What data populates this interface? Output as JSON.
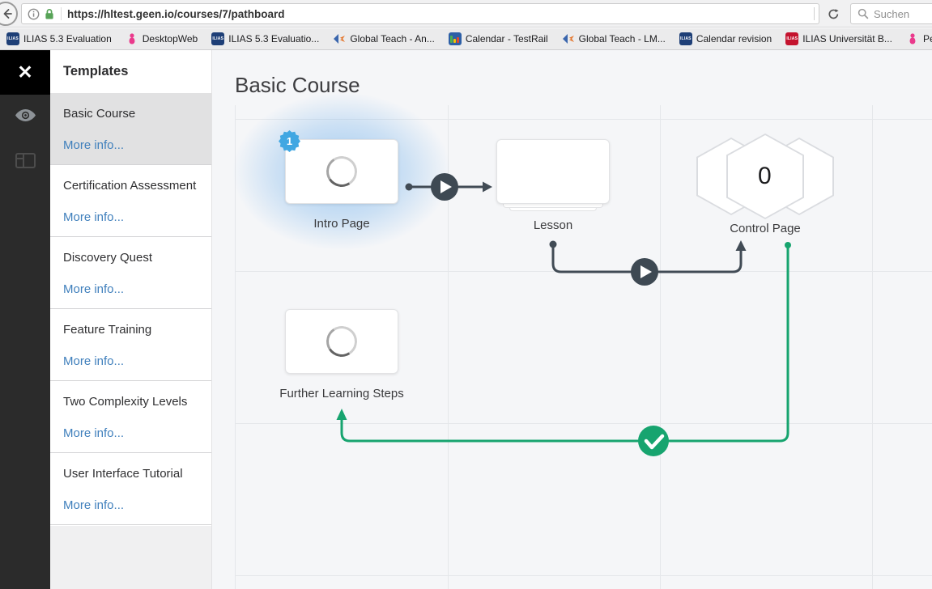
{
  "browser": {
    "url": "https://hltest.geen.io/courses/7/pathboard",
    "search_placeholder": "Suchen",
    "bookmarks": [
      {
        "label": "ILIAS 5.3 Evaluation",
        "icon": "ilias-blue-icon"
      },
      {
        "label": "DesktopWeb",
        "icon": "person-pink-icon"
      },
      {
        "label": "ILIAS 5.3 Evaluatio...",
        "icon": "ilias-blue-icon"
      },
      {
        "label": "Global Teach - An...",
        "icon": "globalteach-icon"
      },
      {
        "label": "Calendar - TestRail",
        "icon": "testrail-icon"
      },
      {
        "label": "Global Teach - LM...",
        "icon": "globalteach-icon"
      },
      {
        "label": "Calendar revision",
        "icon": "ilias-blue-icon"
      },
      {
        "label": "ILIAS Universität B...",
        "icon": "ilias-red-icon"
      },
      {
        "label": "Personal P",
        "icon": "person-pink-icon"
      }
    ]
  },
  "icon_labels": {
    "ilias": "ILIAS",
    "close": "✕"
  },
  "sidebar": {
    "title": "Templates",
    "items": [
      {
        "label": "Basic Course",
        "link": "More info...",
        "selected": true
      },
      {
        "label": "Certification Assessment",
        "link": "More info...",
        "selected": false
      },
      {
        "label": "Discovery Quest",
        "link": "More info...",
        "selected": false
      },
      {
        "label": "Feature Training",
        "link": "More info...",
        "selected": false
      },
      {
        "label": "Two Complexity Levels",
        "link": "More info...",
        "selected": false
      },
      {
        "label": "User Interface Tutorial",
        "link": "More info...",
        "selected": false
      }
    ]
  },
  "main": {
    "title": "Basic Course",
    "nodes": {
      "intro": {
        "label": "Intro Page",
        "badge": "1"
      },
      "lesson": {
        "label": "Lesson"
      },
      "control": {
        "label": "Control Page",
        "count": "0"
      },
      "further": {
        "label": "Further Learning Steps"
      }
    }
  },
  "colors": {
    "accent-blue": "#41a7e2",
    "connector-dark": "#414b55",
    "connector-green": "#17a46f",
    "ilias-blue": "#1e3f77",
    "ilias-red": "#c4132e",
    "person-pink": "#ea3a8c",
    "testrail-blue": "#2d5fa6",
    "gt-blue": "#3a66ad",
    "gt-orange": "#e4762d",
    "lock-green": "#57a357"
  }
}
